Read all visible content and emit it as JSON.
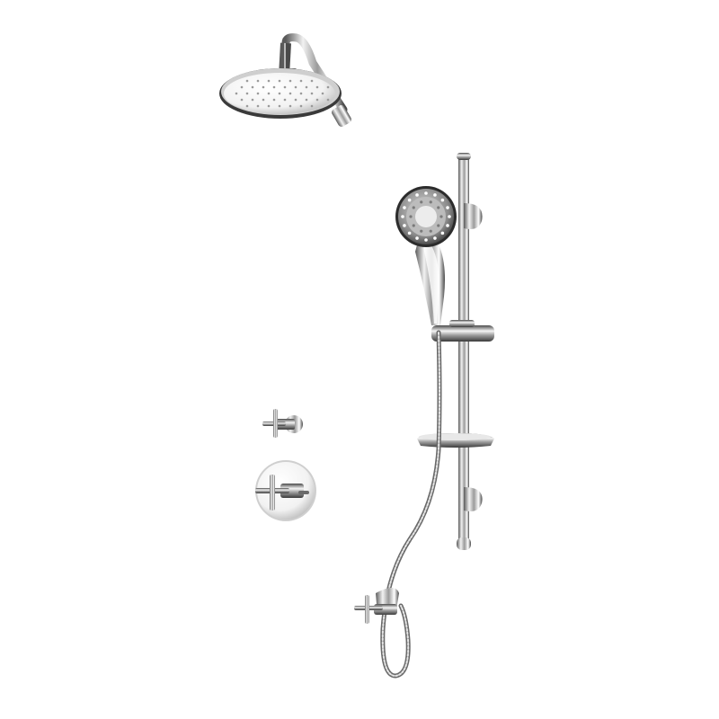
{
  "product": {
    "components": [
      {
        "name": "rain-shower-head",
        "icon": "shower-head-icon"
      },
      {
        "name": "hand-shower",
        "icon": "hand-shower-icon"
      },
      {
        "name": "slide-bar",
        "icon": "slide-bar-icon"
      },
      {
        "name": "soap-dish",
        "icon": "soap-dish-icon"
      },
      {
        "name": "shower-hose",
        "icon": "hose-icon"
      },
      {
        "name": "volume-control-valve",
        "icon": "cross-handle-icon"
      },
      {
        "name": "thermostatic-valve",
        "icon": "cross-handle-icon"
      },
      {
        "name": "supply-elbow-diverter",
        "icon": "cross-handle-icon"
      }
    ],
    "finish": "chrome",
    "colors": {
      "background": "#ffffff",
      "chrome_light": "#f4f4f4",
      "chrome_mid": "#bdbdbd",
      "chrome_dark": "#3a3a3a"
    }
  }
}
